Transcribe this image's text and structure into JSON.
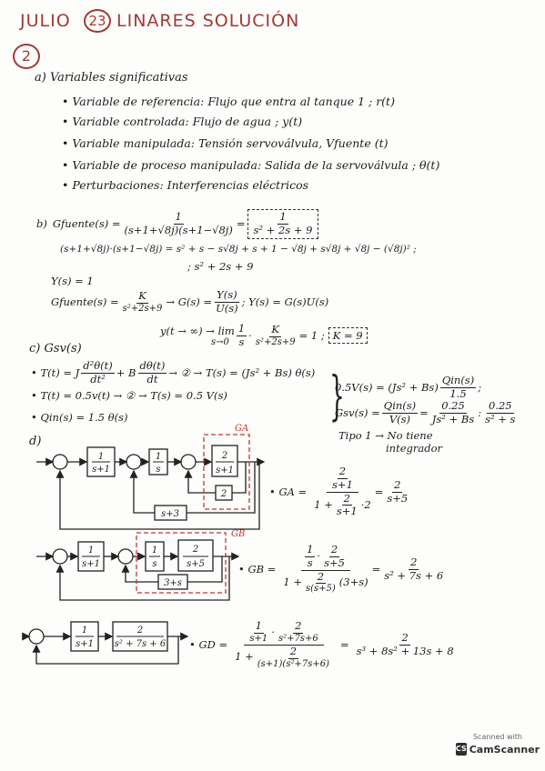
{
  "header": {
    "title_left": "JULIO",
    "number": "23",
    "title_right": "LINARES SOLUCIÓN",
    "exercise": "2"
  },
  "a": {
    "heading": "a) Variables significativas",
    "items": [
      "Variable de referencia: Flujo que entra al tanque 1 ; r(t)",
      "Variable controlada: Flujo de agua ; y(t)",
      "Variable manipulada: Tensión servoválvula, Vfuente (t)",
      "Variable de proceso manipulada: Salida de la servoválvula ; θ(t)",
      "Perturbaciones: Interferencias eléctricos"
    ]
  },
  "b": {
    "label": "b)",
    "gfuente": "Gfuente(s) =",
    "frac1_num": "1",
    "frac1_den": "(s+1+√8j)(s+1−√8j)",
    "eq_sign": "=",
    "frac2_num": "1",
    "frac2_den": "s² + 2s + 9",
    "expand1": "(s+1+√8j)·(s+1−√8j) = s² + s − s√8j + s + 1 − √8j + s√8j + √8j − (√8j)² ;",
    "expand2": "; s² + 2s + 9",
    "y_def": "Y(s) = 1",
    "gf2_left": "Gfuente(s) =",
    "gf2_num": "K",
    "gf2_den": "s²+2s+9",
    "gf2_arrow": "→ G(s) =",
    "g_num": "Y(s)",
    "g_den": "U(s)",
    "gf2_tail": "; Y(s) = G(s)U(s)",
    "lim_left": "y(t → ∞) → lim",
    "lim_sub": "s→0",
    "lim_f1n": "1",
    "lim_f1d": "s",
    "lim_dot": "·",
    "lim_f2n": "K",
    "lim_f2d": "s²+2s+9",
    "lim_res": "= 1 ;",
    "lim_k": "K = 9"
  },
  "c": {
    "heading": "c) Gsv(s)",
    "l1a": "• T(t) = J",
    "l1f1n": "d²θ(t)",
    "l1f1d": "dt²",
    "l1b": "+ B",
    "l1f2n": "dθ(t)",
    "l1f2d": "dt",
    "l1c": "→ ② → T(s) = (Js² + Bs) θ(s)",
    "l2": "• T(t) = 0.5v(t) → ② → T(s) = 0.5 V(s)",
    "l3": "• Qin(s) = 1.5 θ(s)",
    "r1a": "0.5V(s) = (Js² + Bs)",
    "r1n": "Qin(s)",
    "r1d": "1.5",
    "r1b": ";",
    "r2a": "Gsv(s) =",
    "r2f1n": "Qin(s)",
    "r2f1d": "V(s)",
    "r2eq": "=",
    "r2f2n": "0.25",
    "r2f2d": "Js² + Bs",
    "r2eq2": ":",
    "r2f3n": "0.25",
    "r2f3d": "s² + s",
    "tipo": "Tipo 1 → No tiene",
    "tipo2": "integrador"
  },
  "d": {
    "label": "d)",
    "d1": {
      "b1n": "1",
      "b1d": "s+1",
      "b2n": "1",
      "b2d": "s",
      "b3n": "2",
      "b3d": "s+1",
      "fb_inner": "2",
      "fb_outer": "s+3",
      "tag": "GA"
    },
    "ga": {
      "lhs": "• GA =",
      "n_num": "2",
      "n_den": "s+1",
      "d_pre": "1 +",
      "d_num": "2",
      "d_den": "s+1",
      "d_post": "·2",
      "eq": "=",
      "r_num": "2",
      "r_den": "s+5"
    },
    "d2": {
      "b1n": "1",
      "b1d": "s+1",
      "b2n": "1",
      "b2d": "s",
      "b3n": "2",
      "b3d": "s+5",
      "fb": "3+s",
      "tag": "GB"
    },
    "gb": {
      "lhs": "• GB =",
      "n1n": "1",
      "n1d": "s",
      "n2n": "2",
      "n2d": "s+5",
      "d_pre": "1 +",
      "d_num": "2",
      "d_den": "s(s+5)",
      "d_post": "(3+s)",
      "eq": "=",
      "r_num": "2",
      "r_den": "s² + 7s + 6"
    },
    "d3": {
      "b1n": "1",
      "b1d": "s+1",
      "b2n": "2",
      "b2d": "s² + 7s + 6"
    },
    "gd": {
      "lhs": "• GD =",
      "n1n": "1",
      "n1d": "s+1",
      "n2n": "2",
      "n2d": "s²+7s+6",
      "d_pre": "1 +",
      "d_num": "2",
      "d_den": "(s+1)(s²+7s+6)",
      "eq": "=",
      "r_num": "2",
      "r_den": "s³ + 8s² + 13s + 8"
    }
  },
  "scanner": {
    "scanned_with": "Scanned with",
    "logo": "CS",
    "brand": "CamScanner"
  }
}
